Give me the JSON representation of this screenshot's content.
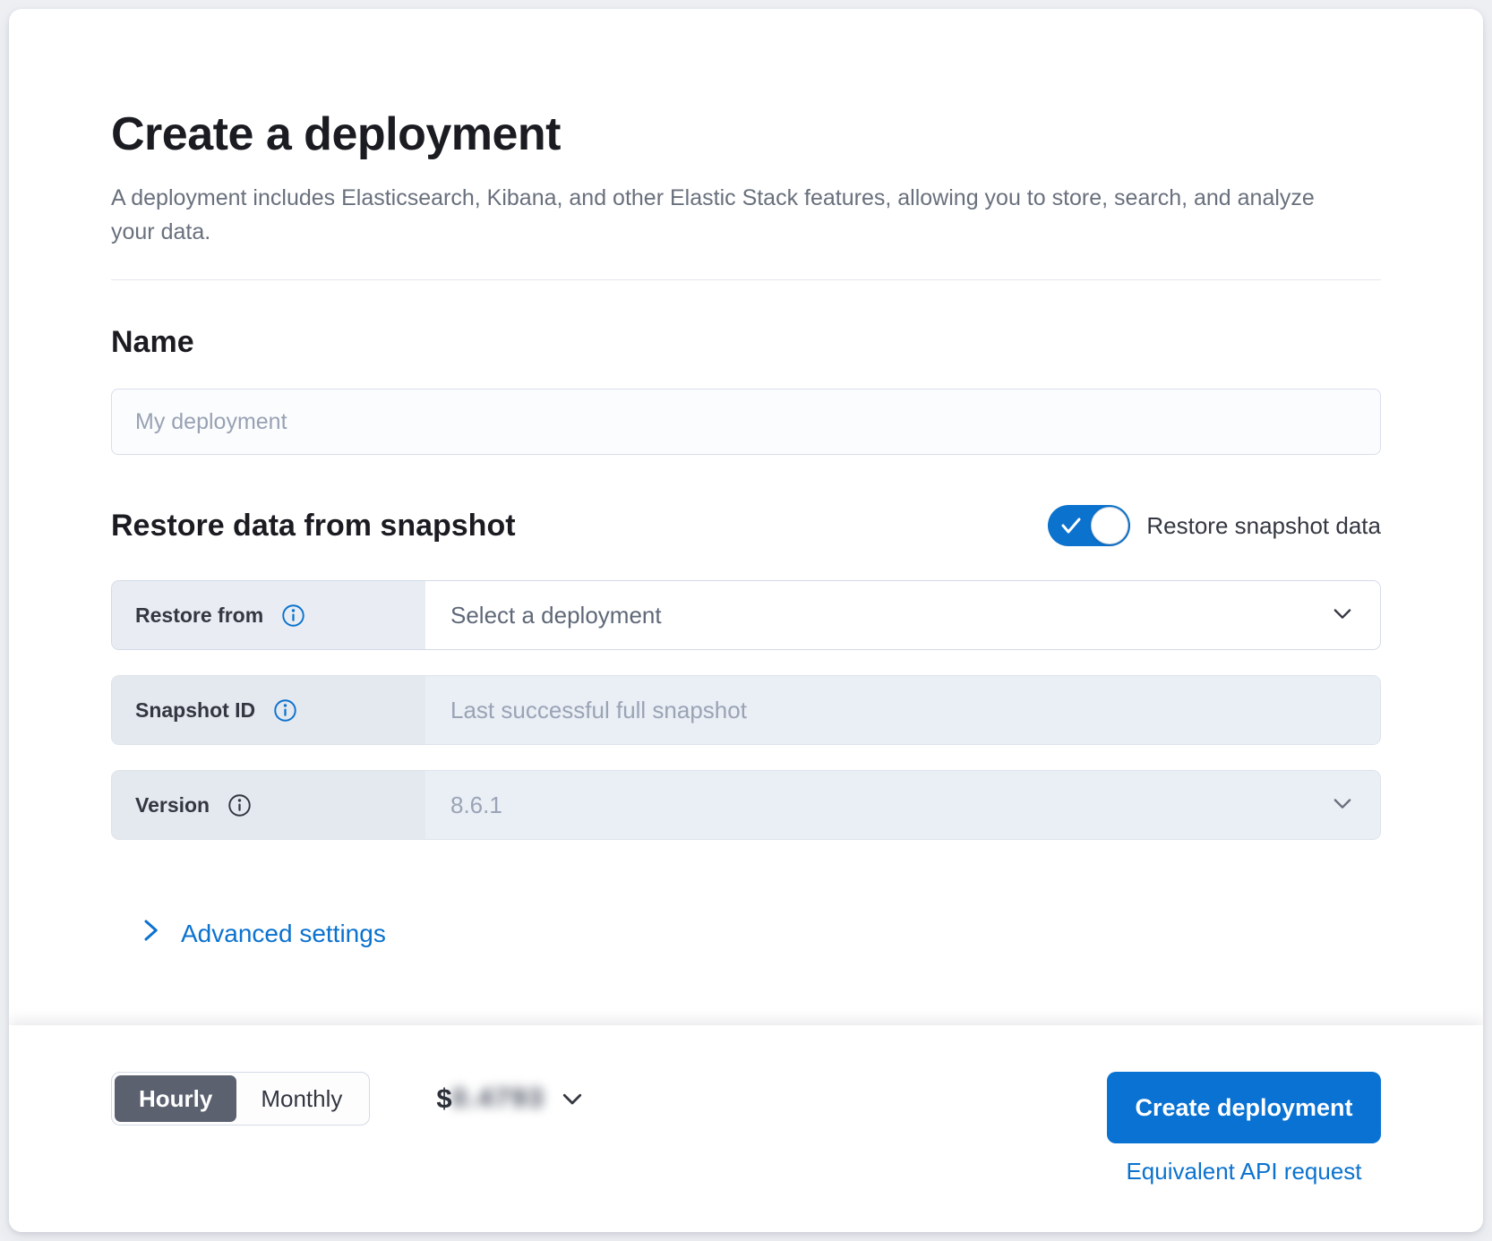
{
  "header": {
    "title": "Create a deployment",
    "subtitle": "A deployment includes Elasticsearch, Kibana, and other Elastic Stack features, allowing you to store, search, and analyze your data."
  },
  "name_section": {
    "heading": "Name",
    "placeholder": "My deployment"
  },
  "restore_section": {
    "heading": "Restore data from snapshot",
    "toggle_label": "Restore snapshot data",
    "toggle_state": "on",
    "restore_from": {
      "label": "Restore from",
      "placeholder": "Select a deployment"
    },
    "snapshot_id": {
      "label": "Snapshot ID",
      "placeholder": "Last successful full snapshot"
    },
    "version": {
      "label": "Version",
      "value": "8.6.1"
    }
  },
  "advanced_settings": {
    "label": "Advanced settings"
  },
  "footer": {
    "billing_period": {
      "hourly": "Hourly",
      "monthly": "Monthly",
      "selected": "Hourly"
    },
    "price": {
      "currency": "$",
      "amount": "0.4793",
      "blurred": true
    },
    "create_button": "Create deployment",
    "api_link": "Equivalent API request"
  },
  "colors": {
    "primary_blue": "#0b72ce",
    "billing_selected_gray": "#5b616e",
    "border": "#d3dae6",
    "prepend_background": "#e9edf3",
    "disabled_background": "#eaeef5"
  }
}
